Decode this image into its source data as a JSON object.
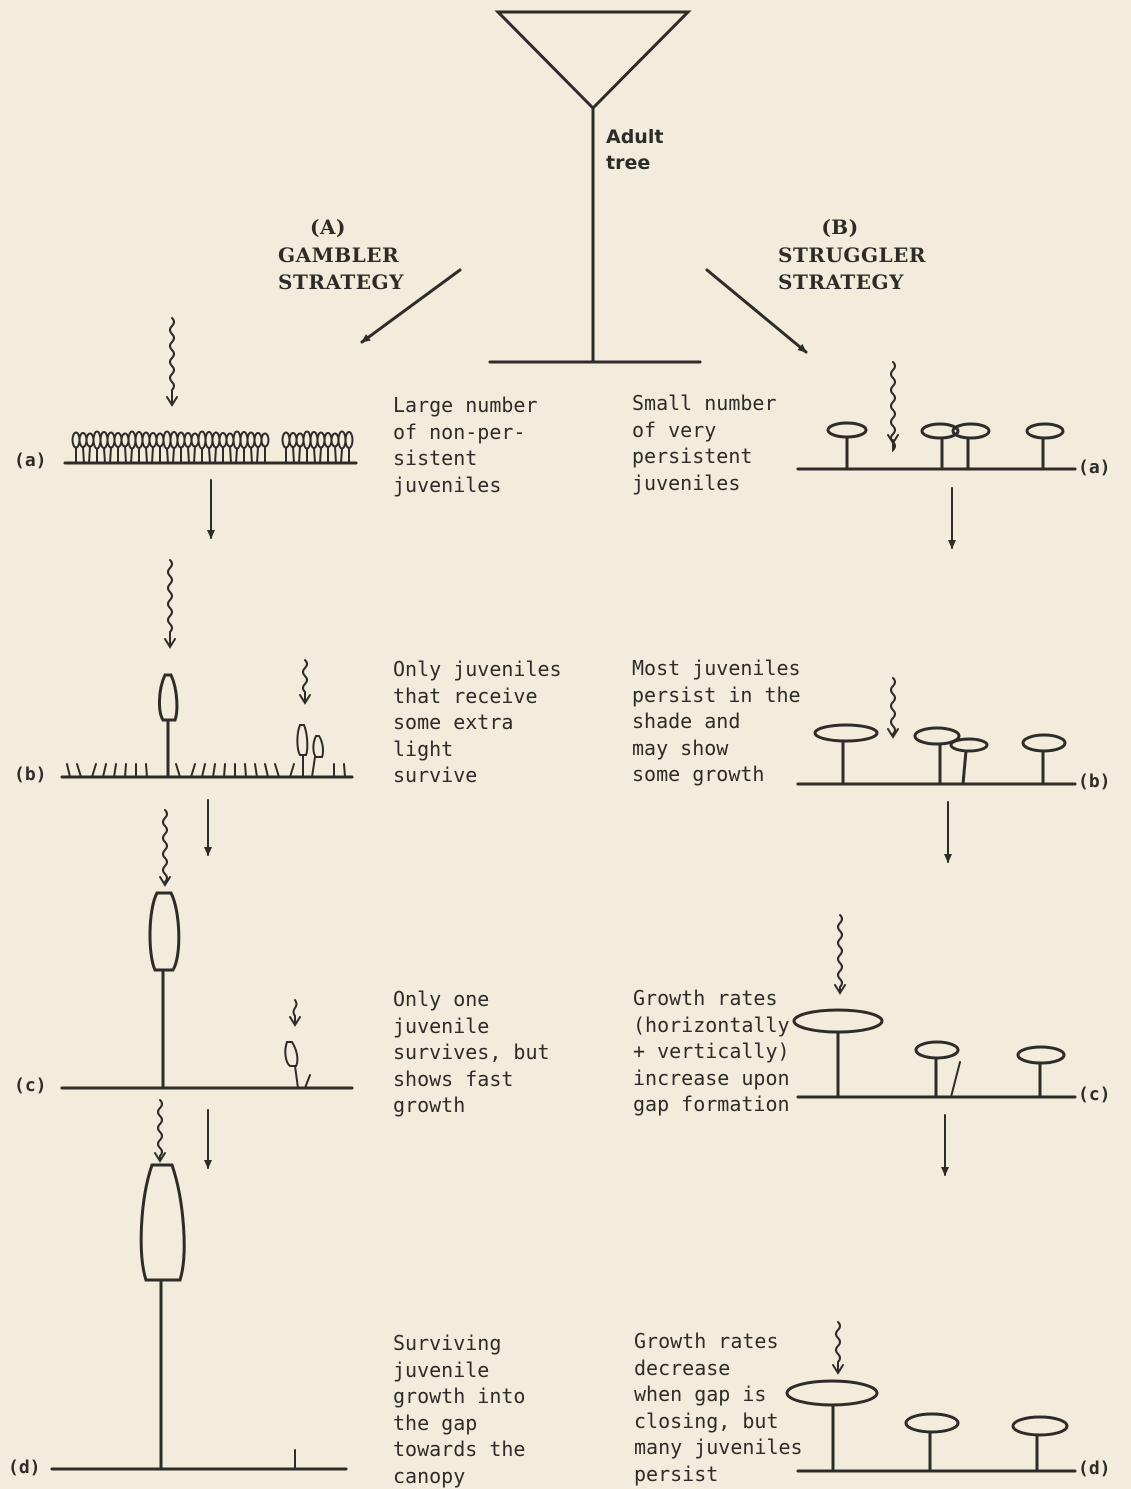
{
  "adult_tree_label": "Adult\ntree",
  "strategies": {
    "a": {
      "letter": "(A)",
      "name": "GAMBLER\nSTRATEGY"
    },
    "b": {
      "letter": "(B)",
      "name": "STRUGGLER\nSTRATEGY"
    }
  },
  "gambler_steps": [
    {
      "stage": "(a)",
      "text": "Large number\nof non-per-\nsistent\njuveniles"
    },
    {
      "stage": "(b)",
      "text": "Only juveniles\nthat receive\nsome extra\nlight\nsurvive"
    },
    {
      "stage": "(c)",
      "text": "Only one\njuvenile\nsurvives, but\nshows fast\ngrowth"
    },
    {
      "stage": "(d)",
      "text": "Surviving\njuvenile\ngrowth into\nthe gap\ntowards the\ncanopy"
    }
  ],
  "struggler_steps": [
    {
      "stage": "(a)",
      "text": "Small number\nof very\npersistent\njuveniles"
    },
    {
      "stage": "(b)",
      "text": "Most juveniles\npersist in the\nshade and\nmay show\nsome growth"
    },
    {
      "stage": "(c)",
      "text": "Growth rates\n(horizontally\n+ vertically)\nincrease upon\ngap formation"
    },
    {
      "stage": "(d)",
      "text": "Growth rates\ndecrease\nwhen gap is\nclosing, but\nmany juveniles\npersist"
    }
  ],
  "colors": {
    "ink": "#2e2c29",
    "paper": "#f3ecdc"
  }
}
